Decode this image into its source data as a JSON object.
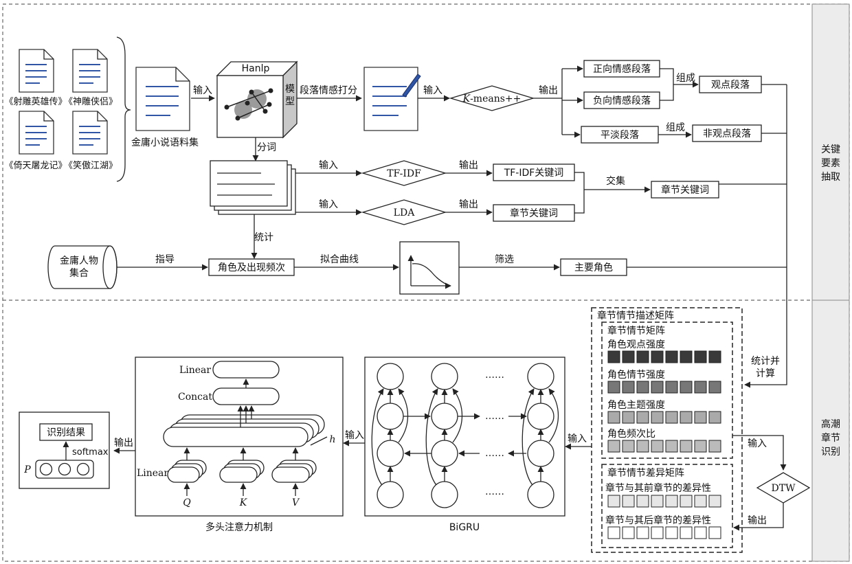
{
  "section_labels": {
    "top": "关键要素抽取",
    "bottom": "高潮章节识别"
  },
  "novels": [
    "《射雕英雄传》",
    "《神雕侠侣》",
    "《倚天屠龙记》",
    "《笑傲江湖》"
  ],
  "corpus_label": "金庸小说语料集",
  "hanlp": {
    "title": "Hanlp",
    "model": "模型"
  },
  "edges": {
    "input": "输入",
    "output": "输出",
    "para_sentiment": "段落情感打分",
    "compose": "组成",
    "segment": "分词",
    "intersect": "交集",
    "stats": "统计",
    "guide": "指导",
    "fit_curve": "拟合曲线",
    "filter": "筛选",
    "stat_calc": "统计并计算"
  },
  "kmeans": {
    "italic": "K",
    "rest": "-means++"
  },
  "para_boxes": {
    "positive": "正向情感段落",
    "negative": "负向情感段落",
    "neutral": "平淡段落",
    "opinion": "观点段落",
    "non_opinion": "非观点段落"
  },
  "tfidf": "TF-IDF",
  "lda": "LDA",
  "tfidf_keywords": "TF-IDF关键词",
  "lda_keywords": "章节关键词",
  "chapter_keywords": "章节关键词",
  "character_set": "金庸人物集合",
  "character_freq": "角色及出现频次",
  "main_characters": "主要角色",
  "matrix": {
    "outer_title": "章节情节描述矩阵",
    "plot_title": "章节情节矩阵",
    "rows": [
      "角色观点强度",
      "角色情节强度",
      "角色主题强度",
      "角色频次比"
    ],
    "row_colors": [
      "#3a3a3a",
      "#777777",
      "#aaaaaa",
      "#bbbbbb"
    ],
    "diff_title": "章节情节差异矩阵",
    "diff_rows": [
      "章节与其前章节的差异性",
      "章节与其后章节的差异性"
    ],
    "diff_colors": [
      "#e6e6e6",
      "#ffffff"
    ]
  },
  "dtw": "DTW",
  "bigru": {
    "label": "BiGRU",
    "dots": "……"
  },
  "attention": {
    "label": "多头注意力机制",
    "linear_top": "Linear",
    "concat": "Concat",
    "linear_bottom": "Linear",
    "h": "h",
    "q": "Q",
    "k": "K",
    "v": "V"
  },
  "result": {
    "title": "识别结果",
    "softmax": "softmax",
    "p": "P"
  }
}
